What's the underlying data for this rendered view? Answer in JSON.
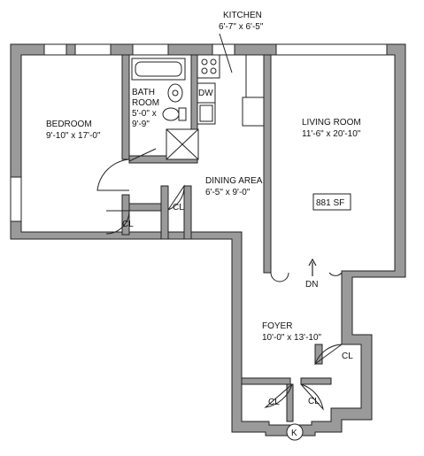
{
  "rooms": {
    "kitchen": {
      "name": "KITCHEN",
      "size": "6'-7\" x 6'-5\""
    },
    "bathroom": {
      "name_line1": "BATH",
      "name_line2": "ROOM",
      "size_line1": "5'-0\" x",
      "size_line2": "9'-9\""
    },
    "bedroom": {
      "name": "BEDROOM",
      "size": "9'-10\" x 17'-0\""
    },
    "living": {
      "name": "LIVING ROOM",
      "size": "11'-6\" x 20'-10\""
    },
    "dining": {
      "name": "DINING AREA",
      "size": "6'-5\" x 9'-0\""
    },
    "foyer": {
      "name": "FOYER",
      "size": "10'-0\" x 13'-10\""
    }
  },
  "labels": {
    "dishwasher": "DW",
    "down": "DN",
    "area": "881 SF",
    "compass": "K",
    "closets": [
      "CL",
      "CL",
      "CL",
      "CL",
      "CL"
    ]
  }
}
